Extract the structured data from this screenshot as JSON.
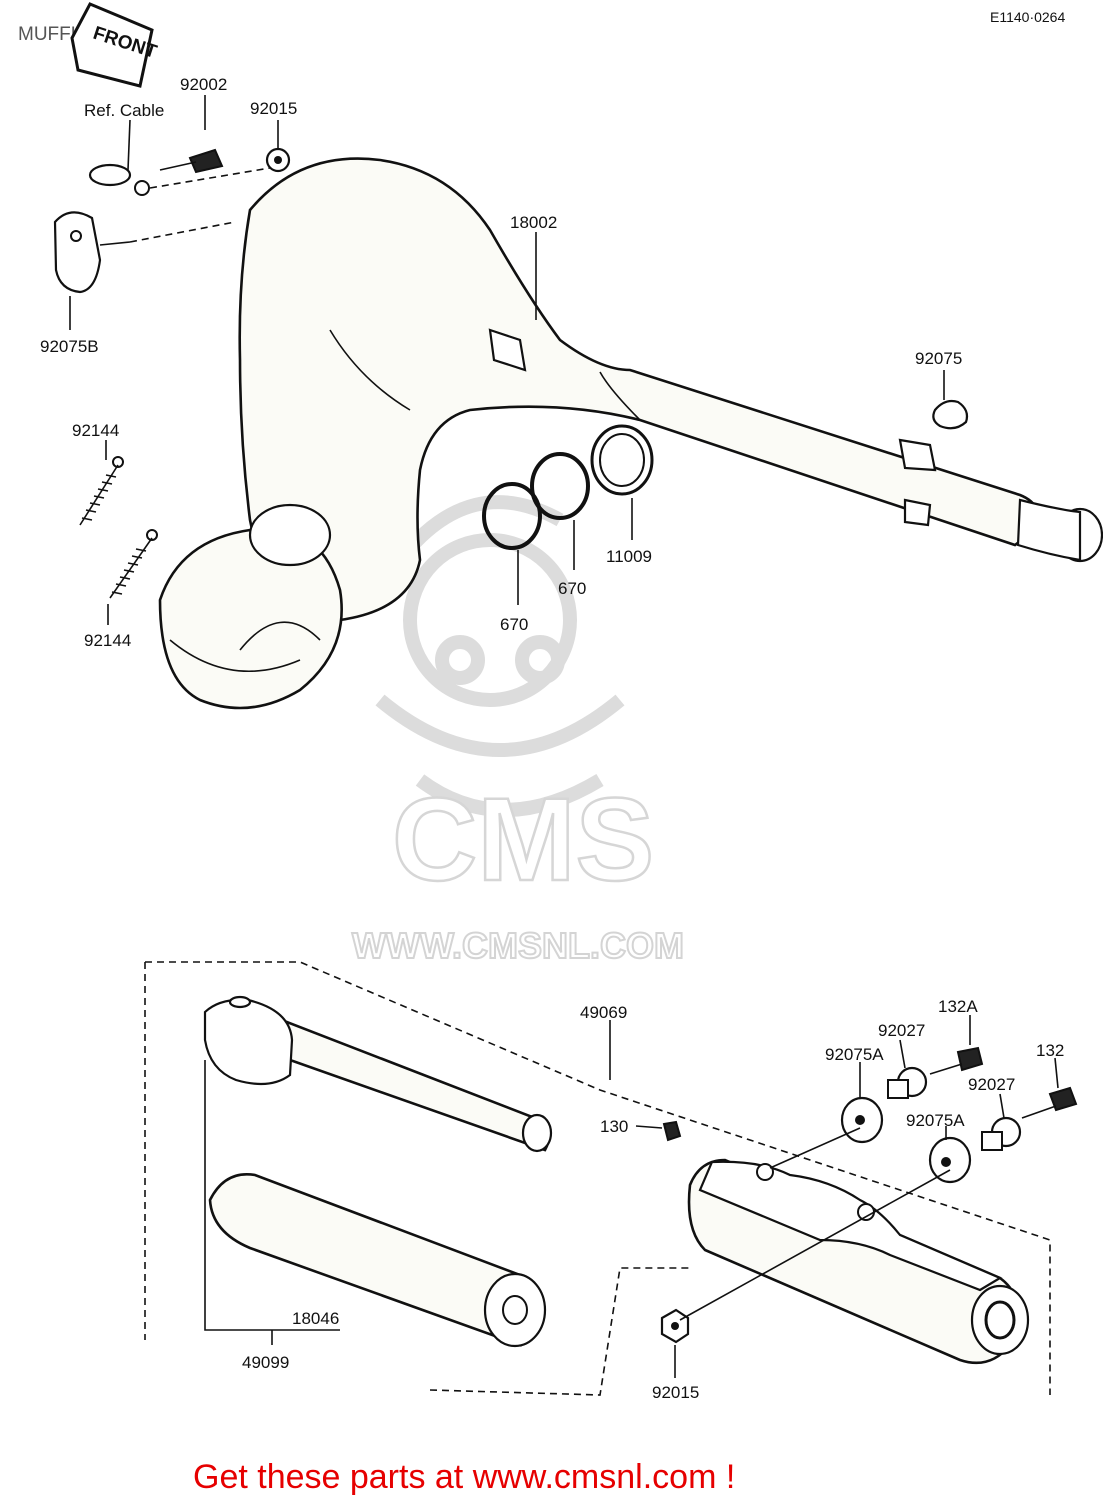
{
  "header": {
    "title": "MUFFLER",
    "code": "E1140·0264",
    "front_arrow": "FRONT"
  },
  "watermark": {
    "brand": "CMS",
    "url": "WWW.CMSNL.COM"
  },
  "labels": {
    "ref_cable": "Ref. Cable",
    "p92002": "92002",
    "p92015_top": "92015",
    "p92075B": "92075B",
    "p18002": "18002",
    "p92075": "92075",
    "p92144_a": "92144",
    "p92144_b": "92144",
    "p11009": "11009",
    "p670_a": "670",
    "p670_b": "670",
    "p49069": "49069",
    "p132A": "132A",
    "p132": "132",
    "p92027_a": "92027",
    "p92027_b": "92027",
    "p92075A_a": "92075A",
    "p92075A_b": "92075A",
    "p130": "130",
    "p18046": "18046",
    "p49099": "49099",
    "p92015_bottom": "92015"
  },
  "footer": {
    "cta": "Get these parts at www.cmsnl.com !"
  },
  "colors": {
    "cta": "#e60000",
    "ink": "#111111",
    "watermark": "#d6d6d6"
  }
}
